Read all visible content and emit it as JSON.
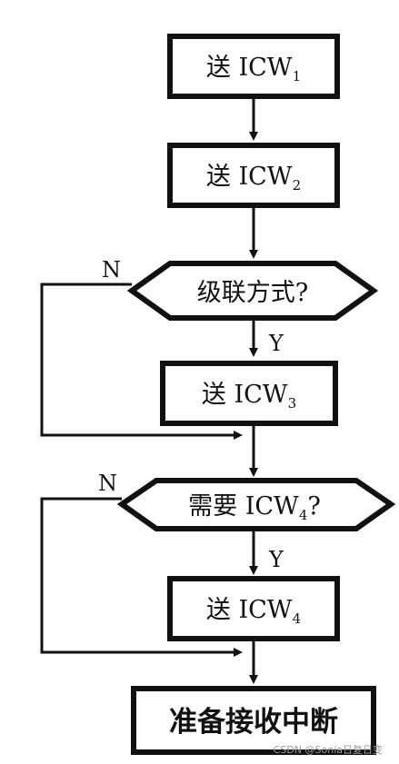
{
  "steps": {
    "send_icw1": {
      "prefix": "送 ICW",
      "sub": "1"
    },
    "send_icw2": {
      "prefix": "送 ICW",
      "sub": "2"
    },
    "cascade_question": {
      "text": "级联方式?"
    },
    "send_icw3": {
      "prefix": "送 ICW",
      "sub": "3"
    },
    "need_icw4_question": {
      "prefix": "需要 ICW",
      "sub": "4",
      "suffix": "?"
    },
    "send_icw4": {
      "prefix": "送 ICW",
      "sub": "4"
    },
    "ready_interrupt": {
      "text": "准备接收中断"
    }
  },
  "branches": {
    "cascade_no": "N",
    "cascade_yes": "Y",
    "icw4_no": "N",
    "icw4_yes": "Y"
  },
  "watermark": "CSDN @Sonia日复日变"
}
